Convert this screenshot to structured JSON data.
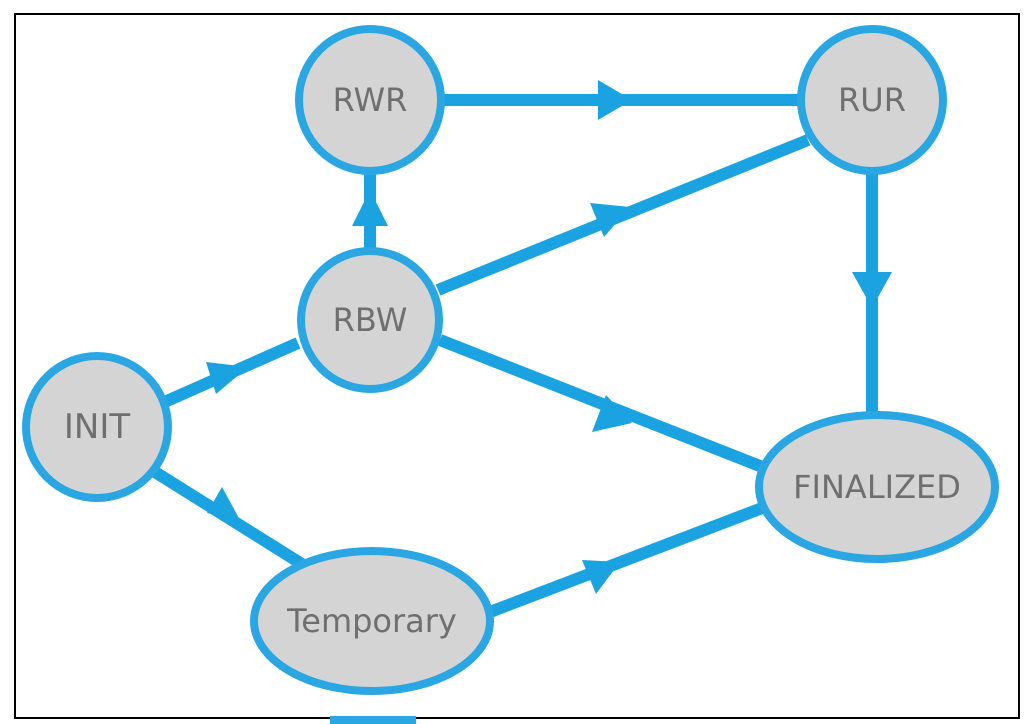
{
  "colors": {
    "edge": "#1aa3e0",
    "node_fill": "#d4d4d4",
    "node_stroke": "#2aa7e2",
    "label": "#6f6f6f",
    "frame": "#000000"
  },
  "nodes": {
    "init": "INIT",
    "rbw": "RBW",
    "rwr": "RWR",
    "rur": "RUR",
    "temporary": "Temporary",
    "finalized": "FINALIZED"
  }
}
